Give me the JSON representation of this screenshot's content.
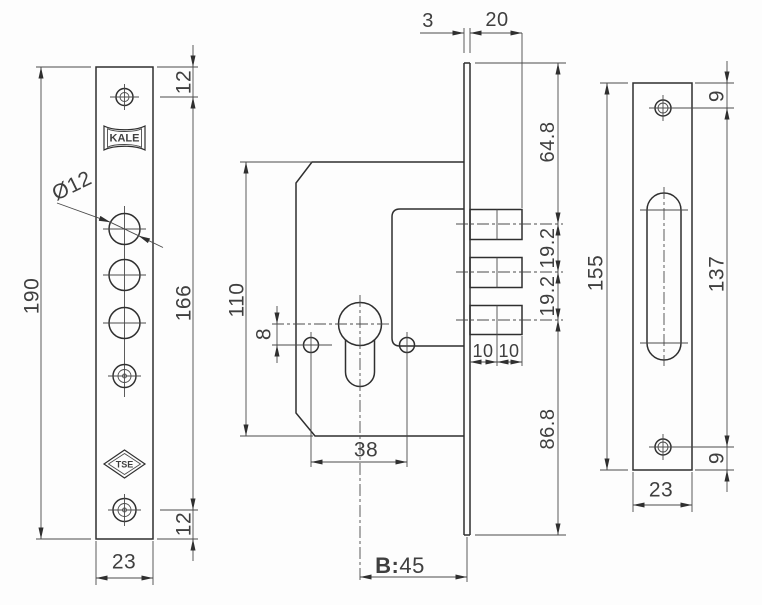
{
  "colors": {
    "line": "#2f2f2f",
    "dim": "#4a4a4a",
    "text": "#3f3f3f",
    "background": "#fdfdfd"
  },
  "drawing": {
    "title": "Mortise lock technical drawing"
  },
  "faceplate": {
    "brand": "KALE",
    "certification": "TSE",
    "bolt_hole_diameter": "Ø12",
    "total_height": "190",
    "screw_hole_spacing": "166",
    "top_screw_offset": "12",
    "bottom_screw_offset": "12",
    "width": "23"
  },
  "body": {
    "faceplate_thickness": "3",
    "bolt_throw": "20",
    "top_to_first_bolt": "64.8",
    "bolt_pitch_upper": "19.2",
    "bolt_pitch_lower": "19.2",
    "bolt_segment_left": "10",
    "bolt_segment_right": "10",
    "last_bolt_to_bottom": "86.8",
    "body_height": "110",
    "cylinder_to_fixing_holes": "8",
    "fixing_hole_spacing": "38",
    "backset_prefix": "B:",
    "backset_value": "45"
  },
  "strike": {
    "total_height": "155",
    "screw_hole_spacing": "137",
    "top_screw_offset": "9",
    "bottom_screw_offset": "9",
    "width": "23"
  }
}
